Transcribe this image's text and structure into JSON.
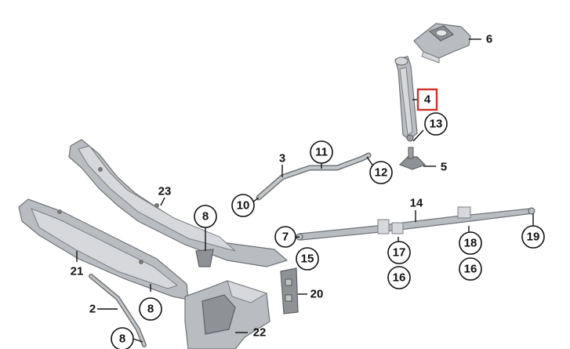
{
  "diagram": {
    "highlight_color": "#d0312d",
    "callouts": {
      "c2": "2",
      "c3": "3",
      "c4": "4",
      "c5": "5",
      "c6": "6",
      "c7": "7",
      "c8a": "8",
      "c8b": "8",
      "c8c": "8",
      "c10": "10",
      "c11": "11",
      "c12": "12",
      "c13": "13",
      "c14": "14",
      "c15": "15",
      "c16a": "16",
      "c16b": "16",
      "c17": "17",
      "c18": "18",
      "c19": "19",
      "c20": "20",
      "c21": "21",
      "c22": "22",
      "c23": "23"
    }
  }
}
